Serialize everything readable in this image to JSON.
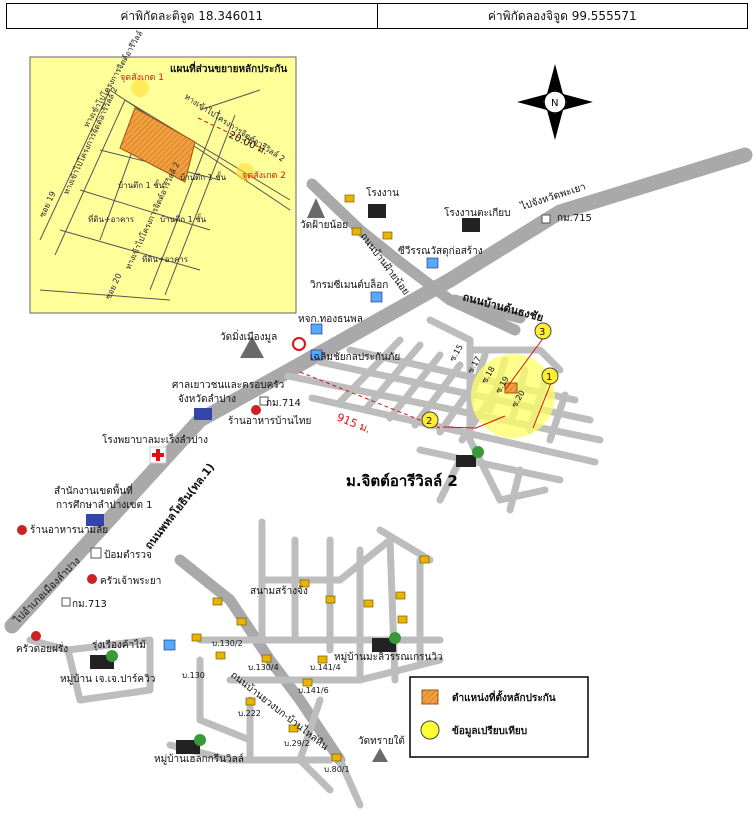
{
  "header": {
    "latitude": "ค่าพิกัดละติจูด 18.346011",
    "longitude": "ค่าพิกัดลองจิจูด 99.555571"
  },
  "inset": {
    "title": "แผนที่ส่วนขยายหลักประกัน",
    "distance": "20.00 ม.",
    "point1": "จุดสังเกต 1",
    "point2": "จุดสังเกต 2",
    "house1": "บ้านตึก 1 ชั้น",
    "house2": "บ้านตึก 1 ชั้น",
    "house3": "บ้านตึก 1 ชั้น",
    "vacant1": "ที่ดิน+อาคาร",
    "vacant2": "ที่ดิน+อาคาร",
    "soi19": "ซอย 19",
    "soi20": "ซอย 20",
    "road_a": "ทางเข้าไปโครงการจิตต์อารีวิลล์ 2",
    "road_b": "ทางเข้าไปโครงการจิตต์อารีวิลล์ 2",
    "road_c": "ทางเข้าไปโครงการจิตต์อารีวิลล์ 2",
    "road_d": "ทางเข้าไปโครงการจิตต์อารีวิลล์ 2"
  },
  "compass": {
    "letter": "N"
  },
  "places": {
    "factory1": "โรงงาน",
    "factory2": "โรงงานตะเกียบ",
    "temple1": "วัดฝ้ายน้อย",
    "shop1": "ซีวีรรณวัสดุก่อสร้าง",
    "to_chae_hom": "ไปจังหวัดพะเยา",
    "km715": "กม.715",
    "road_house": "ถนนบ้านฝ้ายน้อย",
    "vikrom": "วิกรมซีเมนต์บล็อก",
    "road_san": "ถนนบ้านต้นธงชัย",
    "hjk": "หจก.ทองธนพล",
    "temple2": "วัดมิ่งเมืองมูล",
    "insurance": "เฉลิมชัยกลประกันภัย",
    "youth": "ศาลเยาวชนและครอบครัว",
    "youth2": "จังหวัดลำปาง",
    "km714": "กม.714",
    "rest_thai": "ร้านอาหารบ้านไทย",
    "hospital": "โรงพยาบาลมะเร็งลำปาง",
    "edu1": "สำนักงานเขตพื้นที่",
    "edu2": "การศึกษาลำปางเขต 1",
    "rest_m": "ร้านอาหารนามลัย",
    "police": "ป้อมตำรวจ",
    "main_road": "ถนนพหลโยธิน(ทล.1)",
    "to_lampang": "ไปอำเภอเมืองลำปาง",
    "kitchen": "ครัวเจ้าพระยา",
    "km713": "กม.713",
    "wood": "รุ่งเรืองค้าไม้",
    "kruadoi": "ครัวดอยฝรั่ง",
    "village1": "หมู่บ้าน เจ.เจ.ปาร์ควิว",
    "village2": "หมู่บ้านมะลิวรรณเกรนวิว",
    "village3": "หมู่บ้านเฮลกกรีนวิลล์",
    "project": "ม.จิตต์อารีวิลล์ 2",
    "dist": "915 ม.",
    "sanam": "สนามสร้างจ้ง",
    "road_lower": "ถนนบ้านยวงบก-บ้านไหล่หิน",
    "temple3": "วัดทรายใต้",
    "h130_2": "บ.130/2",
    "h130_4": "บ.130/4",
    "h141_4": "บ.141/4",
    "h141_6": "บ.141/6",
    "h130": "บ.130",
    "h222": "บ.222",
    "h29_2": "บ.29/2",
    "h80_1": "บ.80/1",
    "soi15": "ซ.15",
    "soi17": "ซ.17",
    "soi18": "ซ.18",
    "soi19b": "ซ.19",
    "soi20b": "ซ.20",
    "n1": "1",
    "n2": "2",
    "n3": "3"
  },
  "legend": {
    "collateral": "ตำแหน่งที่ตั้งหลักประกัน",
    "compare": "ข้อมูลเปรียบเทียบ"
  },
  "colors": {
    "collateral": "#f0a040",
    "compare": "#ffff33",
    "inset_bg": "#ffff99",
    "accent": "#d11"
  }
}
